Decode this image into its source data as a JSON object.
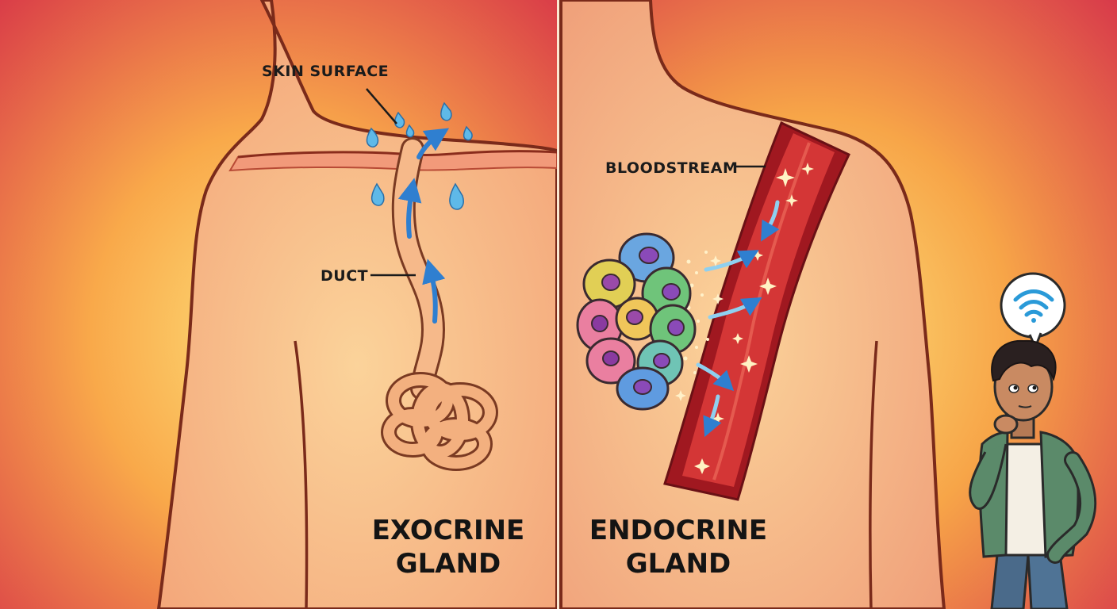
{
  "exocrine": {
    "labels": {
      "skin_surface": "SKIN SURFACE",
      "duct": "DUCT"
    },
    "title": {
      "line1": "EXOCRINE",
      "line2": "GLAND"
    }
  },
  "endocrine": {
    "labels": {
      "bloodstream": "BLOODSTREAM"
    },
    "title": {
      "line1": "ENDOCRINE",
      "line2": "GLAND"
    }
  },
  "thinker": {
    "bubble_icon": "wifi-icon"
  },
  "colors": {
    "skin": "#f7b586",
    "outline": "#7a2a1a",
    "background_edge": "#d9384a",
    "background_center": "#fbd25a",
    "droplet": "#5fb9e8",
    "arrow": "#2f7fd0",
    "blood_vessel": "#c4222a"
  }
}
